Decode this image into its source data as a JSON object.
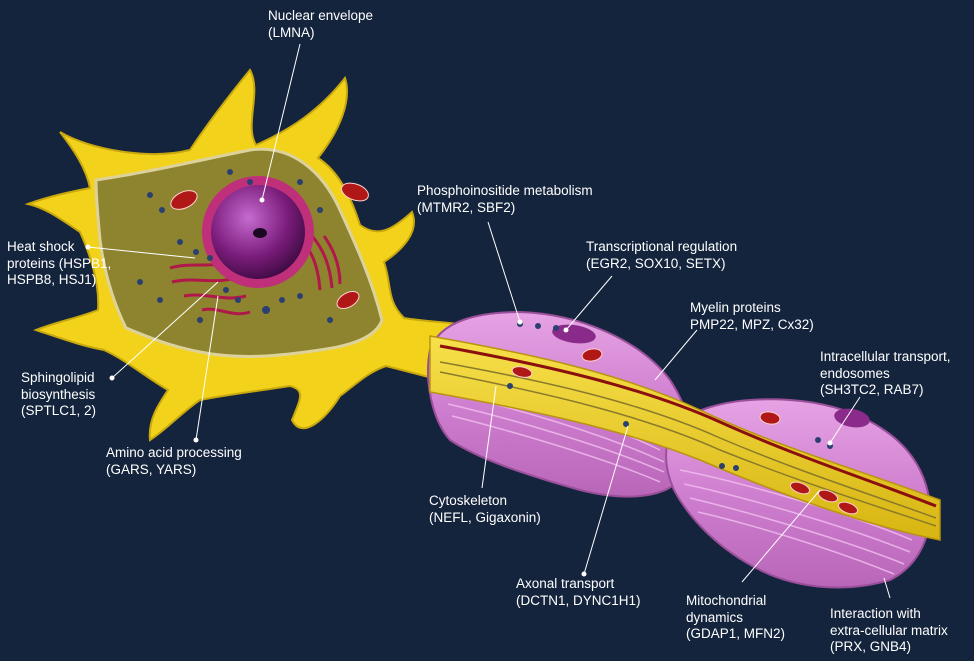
{
  "labels": {
    "nuclear_envelope": [
      "Nuclear envelope",
      "(LMNA)"
    ],
    "phosphoinositide": [
      "Phosphoinositide metabolism",
      "(MTMR2, SBF2)"
    ],
    "transcriptional": [
      "Transcriptional regulation",
      "(EGR2, SOX10, SETX)"
    ],
    "myelin": [
      "Myelin proteins",
      "PMP22, MPZ, Cx32)"
    ],
    "intracellular": [
      "Intracellular transport,",
      "endosomes",
      "(SH3TC2, RAB7)"
    ],
    "heat_shock": [
      "Heat shock",
      "proteins (HSPB1,",
      "HSPB8, HSJ1)"
    ],
    "sphingolipid": [
      "Sphingolipid",
      "biosynthesis",
      "(SPTLC1, 2)"
    ],
    "amino_acid": [
      "Amino acid processing",
      "(GARS, YARS)"
    ],
    "cytoskeleton": [
      "Cytoskeleton",
      "(NEFL, Gigaxonin)"
    ],
    "axonal_transport": [
      "Axonal transport",
      "(DCTN1, DYNC1H1)"
    ],
    "mitochondrial": [
      "Mitochondrial",
      "dynamics",
      "(GDAP1, MFN2)"
    ],
    "ecm": [
      "Interaction with",
      "extra-cellular matrix",
      "(PRX, GNB4)"
    ]
  },
  "colors": {
    "background": "#14243d",
    "cell_body": "#f2d21a",
    "cytoplasm": "#9a8a2a",
    "nucleus": "#7a1c7a",
    "myelin": "#d98ad8",
    "axon_core": "#e8c81a",
    "mitochondria": "#b01818",
    "vesicle": "#2a4070",
    "label_text": "#ffffff"
  }
}
